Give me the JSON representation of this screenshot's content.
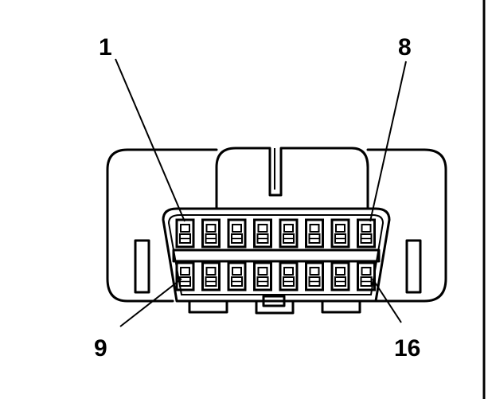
{
  "diagram": {
    "labels": {
      "pin_top_left": "1",
      "pin_top_right": "8",
      "pin_bottom_left": "9",
      "pin_bottom_right": "16"
    },
    "pins_per_row": 8,
    "rows": 2
  }
}
